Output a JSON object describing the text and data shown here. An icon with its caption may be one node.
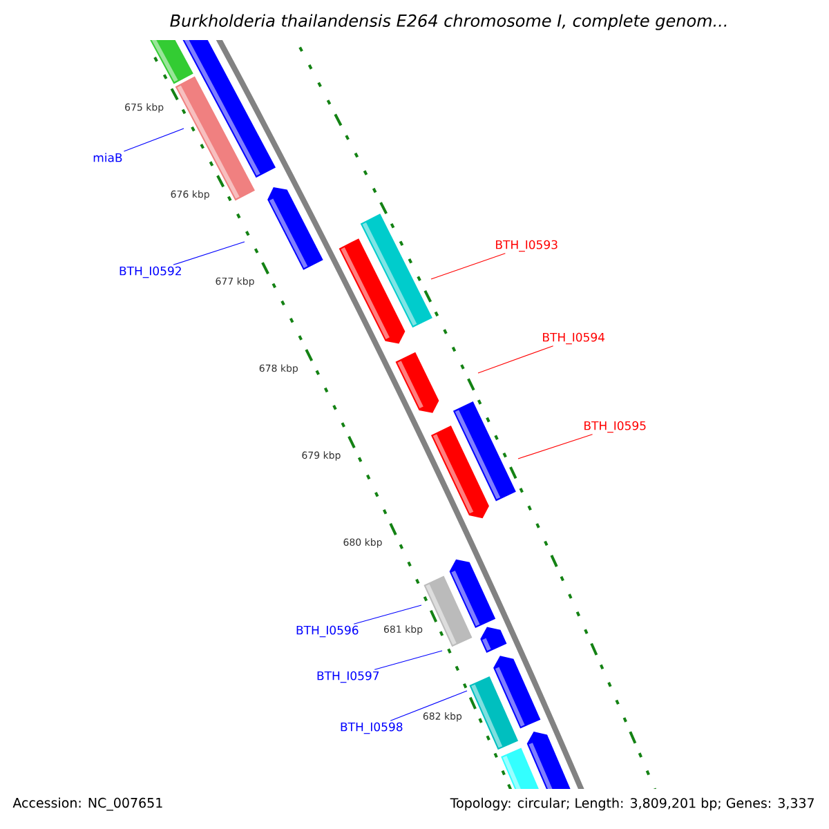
{
  "diagram": {
    "title": "Burkholderia thailandensis E264 chromosome I, complete genom...",
    "nodes": [
      {
        "text": [
          "miaB"
        ]
      },
      {
        "text": [
          "BTH_I0592"
        ]
      },
      {
        "text": [
          "BTH_I0593"
        ]
      },
      {
        "text": [
          "BTH_I0594"
        ]
      },
      {
        "text": [
          "BTH_I0595"
        ]
      },
      {
        "text": [
          "BTH_I0596"
        ]
      },
      {
        "text": [
          "BTH_I0597"
        ]
      },
      {
        "text": [
          "BTH_I0598"
        ]
      }
    ],
    "edges": [
      {
        "from": 0,
        "to": null,
        "arrow": "none"
      },
      {
        "from": 1,
        "to": null,
        "arrow": "none"
      },
      {
        "from": 2,
        "to": null,
        "arrow": "none",
        "color": "#ff0000"
      },
      {
        "from": 3,
        "to": null,
        "arrow": "none",
        "color": "#ff0000"
      },
      {
        "from": 4,
        "to": null,
        "arrow": "none",
        "color": "#ff0000"
      },
      {
        "from": 5,
        "to": null,
        "arrow": "none"
      },
      {
        "from": 6,
        "to": null,
        "arrow": "none"
      },
      {
        "from": 7,
        "to": null,
        "arrow": "none"
      }
    ],
    "labels": [
      "675 kbp",
      "676 kbp",
      "677 kbp",
      "678 kbp",
      "679 kbp",
      "680 kbp",
      "681 kbp",
      "682 kbp",
      "Accession: NC_007651",
      "Topology: circular; Length: 3,809,201 bp; Genes: 3,337"
    ]
  }
}
